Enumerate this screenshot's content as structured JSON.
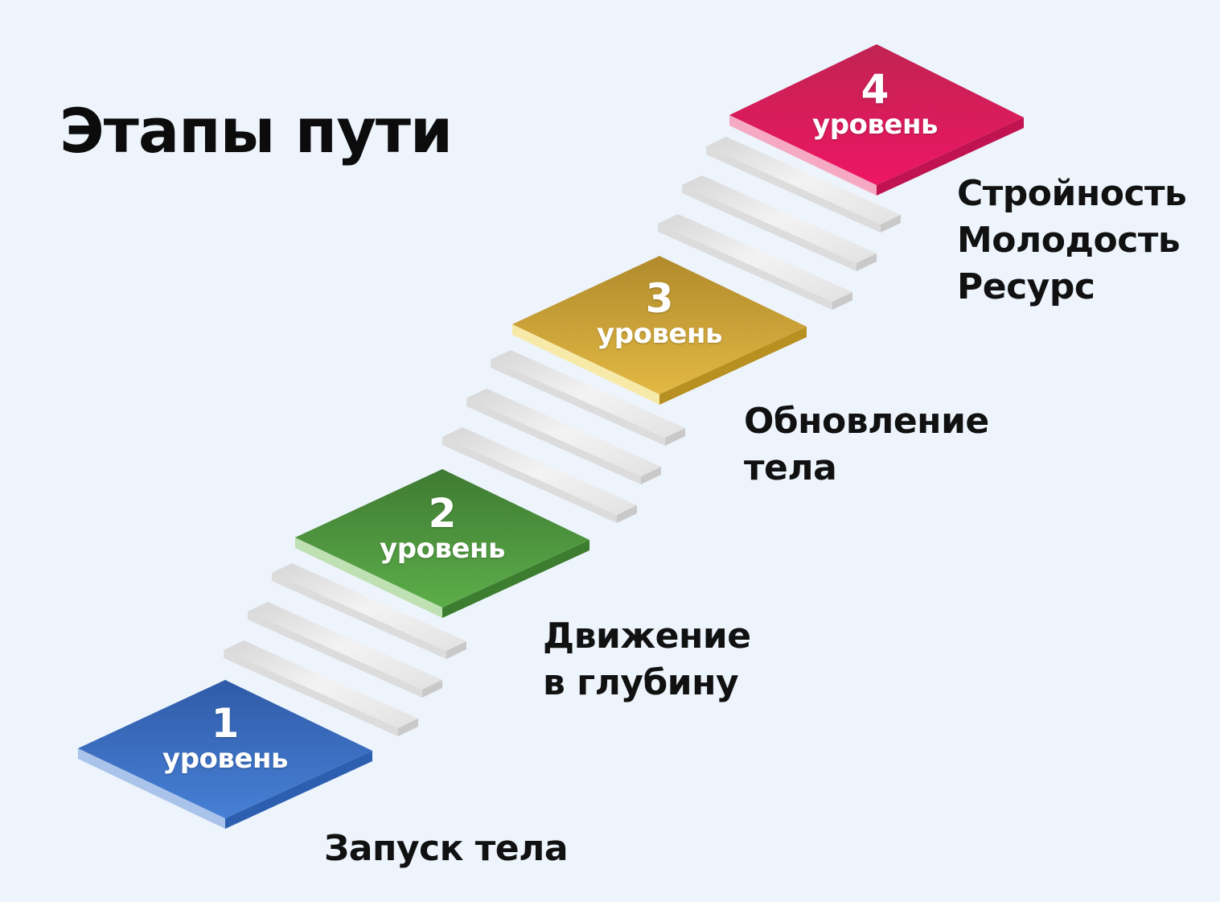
{
  "title": "Этапы пути",
  "levels": [
    {
      "number": "1",
      "word": "уровень",
      "caption_lines": [
        "Запуск тела"
      ],
      "color": "#3a6fc4"
    },
    {
      "number": "2",
      "word": "уровень",
      "caption_lines": [
        "Движение",
        "в глубину"
      ],
      "color": "#4e9a3e"
    },
    {
      "number": "3",
      "word": "уровень",
      "caption_lines": [
        "Обновление",
        "тела"
      ],
      "color": "#caa136"
    },
    {
      "number": "4",
      "word": "уровень",
      "caption_lines": [
        "Стройность",
        "Молодость",
        "Ресурс"
      ],
      "color": "#e0195e"
    }
  ],
  "steps_between_levels": 3
}
